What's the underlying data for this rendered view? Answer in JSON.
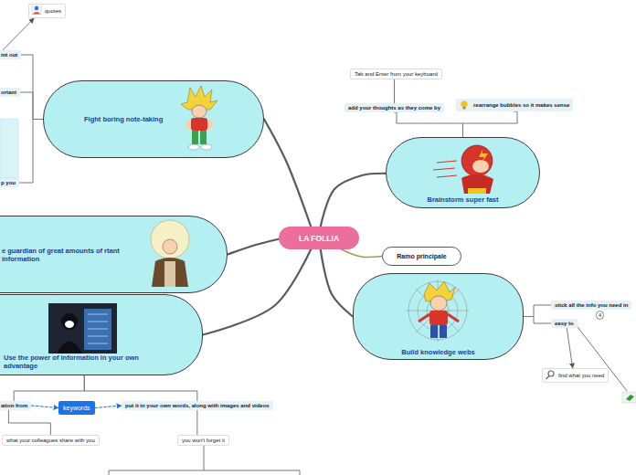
{
  "diagram": {
    "nodes": [
      {
        "text": [
          "LA FOLLIA"
        ]
      },
      {
        "text": [
          "Ramo principale"
        ]
      },
      {
        "text": [
          "Brainstorm super fast"
        ]
      },
      {
        "text": [
          "Tab and Enter from your keyboard"
        ]
      },
      {
        "text": [
          "add your thoughts as they come by"
        ]
      },
      {
        "text": [
          "rearrange bubbles so it makes sense"
        ]
      },
      {
        "text": [
          "Build knowledge webs"
        ]
      },
      {
        "text": [
          "stick all the info you need in"
        ]
      },
      {
        "text": [
          "easy to"
        ]
      },
      {
        "text": [
          "find what you need"
        ]
      },
      {
        "text": [
          "Fight boring note-taking"
        ]
      },
      {
        "text": [
          "quotes"
        ]
      },
      {
        "text": [
          "int out"
        ]
      },
      {
        "text": [
          "ortant"
        ]
      },
      {
        "text": [
          "p you"
        ]
      },
      {
        "text": [
          "e guardian of great amounts of rtant information"
        ]
      },
      {
        "text": [
          "Use the power of information in your own advantage"
        ]
      },
      {
        "text": [
          "ation from"
        ]
      },
      {
        "text": [
          "keywords"
        ]
      },
      {
        "text": [
          "put it in your own words, along with images and videos"
        ]
      },
      {
        "text": [
          "what your colleagues share with you"
        ]
      },
      {
        "text": [
          "you won't forget it"
        ]
      }
    ],
    "edges": [
      {
        "from": 0,
        "to": 2,
        "arrow": "none"
      },
      {
        "from": 0,
        "to": 6,
        "arrow": "none"
      },
      {
        "from": 0,
        "to": 10,
        "arrow": "none"
      },
      {
        "from": 0,
        "to": 15,
        "arrow": "none"
      },
      {
        "from": 0,
        "to": 16,
        "arrow": "none"
      },
      {
        "from": 0,
        "to": 1,
        "arrow": "none"
      },
      {
        "from": 2,
        "to": 4,
        "arrow": "none"
      },
      {
        "from": 2,
        "to": 5,
        "arrow": "none"
      },
      {
        "from": 4,
        "to": 3,
        "arrow": "none"
      },
      {
        "from": 6,
        "to": 7,
        "arrow": "none"
      },
      {
        "from": 6,
        "to": 8,
        "arrow": "none"
      },
      {
        "from": 8,
        "to": 9,
        "arrow": "to"
      },
      {
        "from": 10,
        "to": 12,
        "arrow": "none"
      },
      {
        "from": 10,
        "to": 13,
        "arrow": "none"
      },
      {
        "from": 10,
        "to": 14,
        "arrow": "none"
      },
      {
        "from": 12,
        "to": 11,
        "arrow": "to"
      },
      {
        "from": 16,
        "to": 17,
        "arrow": "none"
      },
      {
        "from": 16,
        "to": 19,
        "arrow": "none"
      },
      {
        "from": 17,
        "to": 18,
        "arrow": "to"
      },
      {
        "from": 18,
        "to": 19,
        "arrow": "to"
      },
      {
        "from": 17,
        "to": 20,
        "arrow": "none"
      },
      {
        "from": 19,
        "to": 21,
        "arrow": "none"
      }
    ],
    "labels": [
      "4"
    ]
  }
}
